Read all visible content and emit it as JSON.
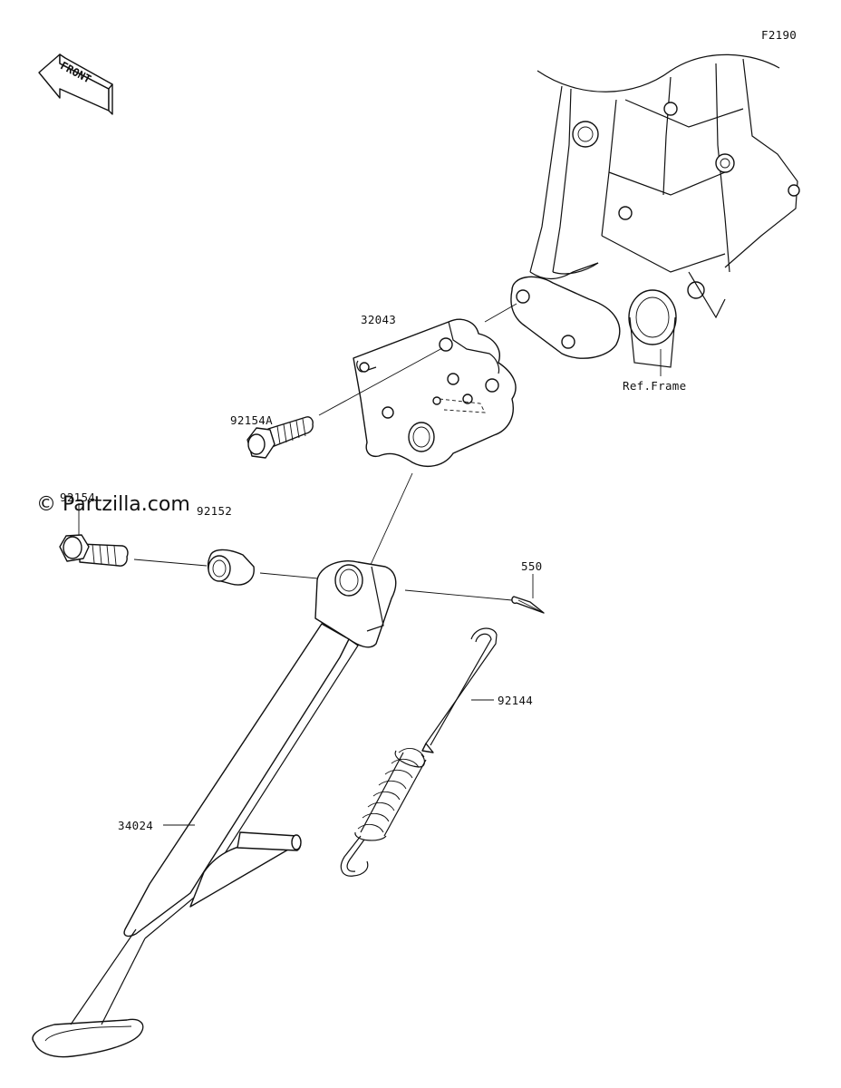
{
  "diagram_code": "F2190",
  "front_arrow_text": "FRONT",
  "watermark": "© Partzilla.com",
  "parts": {
    "p32043": "32043",
    "p92154A": "92154A",
    "p92154": "92154",
    "p92152": "92152",
    "p550": "550",
    "p92144": "92144",
    "p34024": "34024",
    "ref_frame": "Ref.Frame"
  }
}
